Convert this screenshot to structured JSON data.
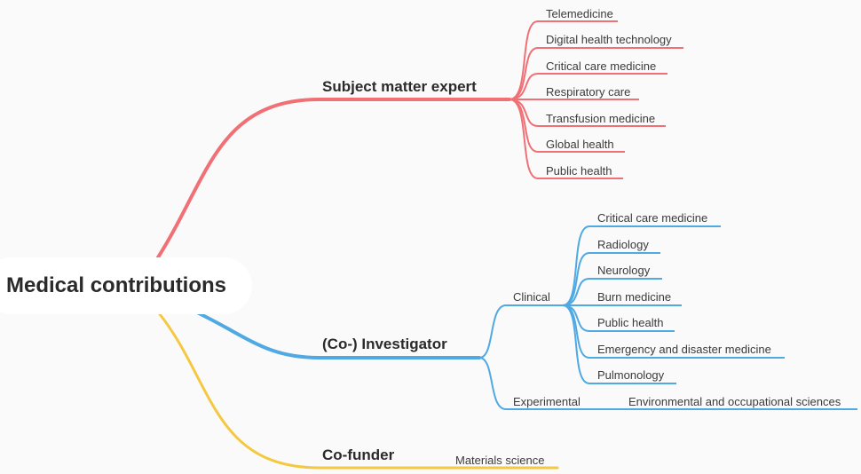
{
  "root": {
    "label": "Medical contributions"
  },
  "colors": {
    "red": "#f07075",
    "blue": "#4fa9e3",
    "yellow": "#f5c842"
  },
  "branches": {
    "subject_matter_expert": {
      "label": "Subject matter expert",
      "items": [
        "Telemedicine",
        "Digital health technology",
        "Critical care medicine",
        "Respiratory care",
        "Transfusion medicine",
        "Global health",
        "Public health"
      ]
    },
    "investigator": {
      "label": "(Co-) Investigator",
      "clinical": {
        "label": "Clinical",
        "items": [
          "Critical care medicine",
          "Radiology",
          "Neurology",
          "Burn medicine",
          "Public health",
          "Emergency and disaster medicine",
          "Pulmonology"
        ]
      },
      "experimental": {
        "label": "Experimental",
        "items": [
          "Environmental and occupational sciences"
        ]
      }
    },
    "cofunder": {
      "label": "Co-funder",
      "items": [
        "Materials science"
      ]
    }
  }
}
